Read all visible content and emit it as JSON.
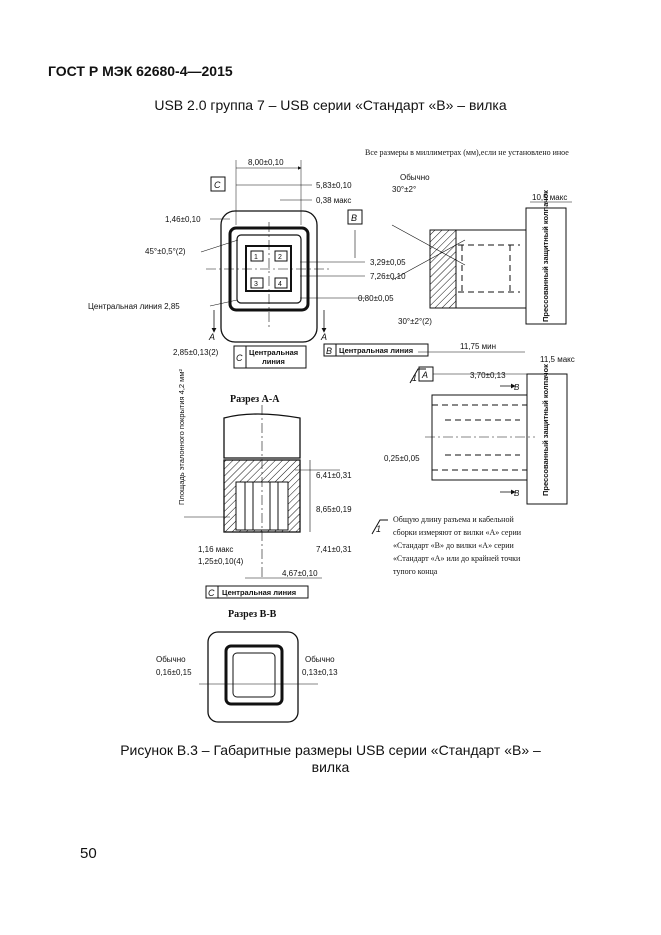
{
  "header": {
    "standard": "ГОСТ Р МЭК 62680-4—2015"
  },
  "subtitle": "USB 2.0 группа 7 – USB серии «Стандарт «B» – вилка",
  "note_units": "Все размеры в миллиметрах (мм),если не установлено иное",
  "dims": {
    "d1": "8,00±0,10",
    "d2": "5,83±0,10",
    "d3": "0,38 макс",
    "d4": "1,46±0,10",
    "d5": "45°±0,5°(2)",
    "d6": "3,29±0,05",
    "d7": "7,26±0,10",
    "d8": "0,80±0,05",
    "d9": "Центральная линия 2,85",
    "d10": "2,85±0,13(2)",
    "d11": "Обычно",
    "d12": "30°±2°",
    "d13": "30°±2°(2)",
    "d14": "10,5 макс",
    "d15": "11,75 мин",
    "d16": "11,5 макс",
    "d17": "3,70±0,13",
    "d18": "0,25±0,05",
    "d19": "6,41±0,31",
    "d20": "8,65±0,19",
    "d21": "7,41±0,31",
    "d22": "1,16 макс",
    "d23": "1,25±0,10(4)",
    "d24": "4,67±0,10",
    "d25": "0,16±0,15",
    "d26": "0,13±0,13"
  },
  "labels": {
    "datum_c": "C",
    "datum_b": "B",
    "datum_a": "A",
    "datum_1": "1",
    "section_a": "A",
    "centerline": "Центральная линия",
    "molded_cap": "Прессованный защитный колпачок",
    "area_label": "Площадь эталонного покрытия 4,2 мм²",
    "section_aa_title": "Разрез A-A",
    "section_bb_title": "Разрез B-B",
    "typ": "Обычно",
    "pin1": "1",
    "pin2": "2",
    "pin3": "3",
    "pin4": "4",
    "note1_line1": "Общую длину разъема и кабельной",
    "note1_line2": "сборки измеряют от вилки «А» серии",
    "note1_line3": "«Стандарт «В» до вилки «А» серии",
    "note1_line4": "«Стандарт «А» или до крайней точки",
    "note1_line5": "тупого конца"
  },
  "caption_line1": "Рисунок B.3 – Габаритные размеры USB серии «Стандарт «B» –",
  "caption_line2": "вилка",
  "page_number": "50"
}
